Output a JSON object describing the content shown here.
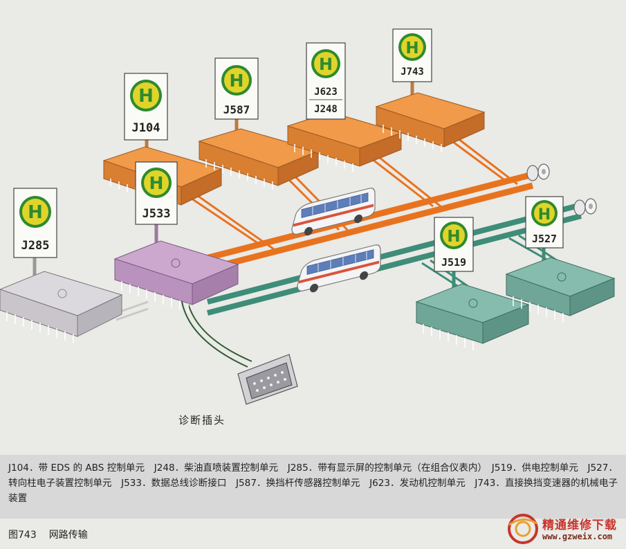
{
  "colors": {
    "background": "#eaeae7",
    "orange_bus": "#e8731f",
    "green_bus": "#3e8d78",
    "module_orange": "#f09a4a",
    "module_purple": "#c9a6cc",
    "module_grey": "#d6d3d8",
    "module_green": "#7db4a5",
    "sign_yellow": "#e0d42a",
    "sign_green": "#2f8a2f"
  },
  "sign_symbol": "H",
  "modules": [
    {
      "id": "J104",
      "color": "orange"
    },
    {
      "id": "J587",
      "color": "orange"
    },
    {
      "id": "J623",
      "color": "orange"
    },
    {
      "id": "J248",
      "color": "orange"
    },
    {
      "id": "J743",
      "color": "orange"
    },
    {
      "id": "J533",
      "color": "purple"
    },
    {
      "id": "J285",
      "color": "grey"
    },
    {
      "id": "J519",
      "color": "green"
    },
    {
      "id": "J527",
      "color": "green"
    }
  ],
  "diagnostic_connector_label": "诊断插头",
  "legend_text": "J104．带 EDS 的 ABS 控制单元　J248．柴油直喷装置控制单元　J285．带有显示屏的控制单元（在组合仪表内）　J519．供电控制单元　J527．转向柱电子装置控制单元　J533．数据总线诊断接口　J587．换挡杆传感器控制单元　J623．发动机控制单元　J743．直接换挡变速器的机械电子装置",
  "figure": {
    "number": "图743",
    "title": "网路传输"
  },
  "watermark": {
    "title": "精通维修下载",
    "url": "www.gzweix.com"
  },
  "icons": [
    "bus-icon",
    "cable-reel-icon",
    "chip-logo-icon",
    "diagnostic-connector-icon",
    "watermark-logo-icon"
  ]
}
